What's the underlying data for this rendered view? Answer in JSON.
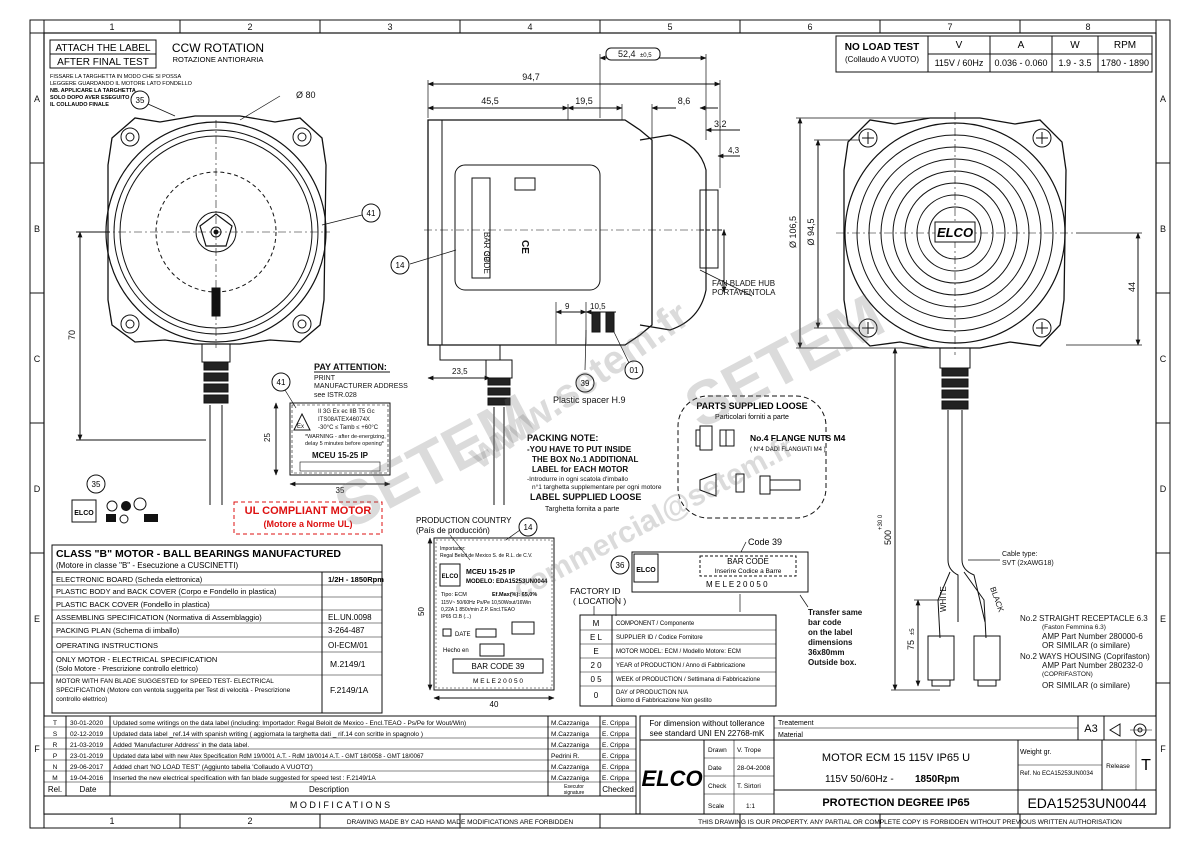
{
  "frame": {
    "cols": [
      "1",
      "2",
      "3",
      "4",
      "5",
      "6",
      "7",
      "8"
    ],
    "rows": [
      "A",
      "B",
      "C",
      "D",
      "E",
      "F"
    ]
  },
  "label_note": {
    "title1": "ATTACH THE LABEL",
    "title2": "AFTER FINAL TEST",
    "it1": "FISSARE LA TARGHETTA IN MODO CHE SI POSSA",
    "it2": "LEGGERE GUARDANDO IL MOTORE LATO FONDELLO",
    "it3": "NB. APPLICARE LA TARGHETTA",
    "it4": "SOLO DOPO AVER ESEGUITO",
    "it5": "IL COLLAUDO FINALE"
  },
  "rotation": {
    "title": "CCW ROTATION",
    "subtitle": "ROTAZIONE ANTIORARIA"
  },
  "no_load": {
    "title": "NO LOAD TEST",
    "subtitle": "(Collaudo A VUOTO)",
    "headers": [
      "V",
      "A",
      "W",
      "RPM"
    ],
    "values": [
      "115V / 60Hz",
      "0.036 - 0.060",
      "1.9 - 3.5",
      "1780 - 1890"
    ]
  },
  "dims": {
    "d52": "52,4",
    "d52_tol": "±0,5",
    "d947": "94,7",
    "d455": "45,5",
    "d195": "19,5",
    "d86": "8,6",
    "d32": "3,2",
    "d43": "4,3",
    "d80": "Ø 80",
    "d70": "70",
    "d1065": "Ø 106,5",
    "d945": "Ø 94,5",
    "d44": "44",
    "d9": "9",
    "d105": "10,5",
    "d235": "23,5",
    "d25": "25",
    "d35": "35",
    "d50": "50",
    "d40": "40",
    "d500": "500",
    "d500_tol": "+30 0",
    "d75": "75",
    "d75_tol": "±5"
  },
  "balloons": [
    "35",
    "41",
    "14",
    "01",
    "39",
    "41",
    "35",
    "14",
    "36"
  ],
  "motor_label": {
    "barcode": "BAR CODE",
    "barcode_num": "39"
  },
  "fan_hub": {
    "l1": "FAN BLADE HUB",
    "l2": "PORTAVENTOLA"
  },
  "spacer": "Plastic spacer H.9",
  "pay_attention": {
    "title": "PAY ATTENTION:",
    "l1": "PRINT",
    "l2": "MANUFACTURER ADDRESS",
    "l3": "see ISTR.028"
  },
  "atex": {
    "l1": "II 3G Ex ec IIB T5 Gc",
    "l2": "ITS08ATEX46074X",
    "l3": "-30°C ≤ Tamb ≤ +60°C",
    "l4": "*WARNING - after de-energizing,",
    "l5": "delay 5 minutes before opening*",
    "model": "MCEU 15-25 IP",
    "ex": "Ex"
  },
  "packing": {
    "title": "PACKING NOTE:",
    "l1": "-YOU HAVE TO PUT INSIDE",
    "l2": "THE BOX No.1 ADDITIONAL",
    "l3": "LABEL for EACH MOTOR",
    "l4": "-Introdurre in ogni scatola d'imballo",
    "l5": "n°1 targhetta supplementare per ogni motore",
    "loose": "LABEL SUPPLIED LOOSE",
    "loose_it": "Targhetta fornita a parte"
  },
  "parts": {
    "title": "PARTS SUPPLIED LOOSE",
    "subtitle": "Particolari forniti a parte",
    "nuts": "No.4 FLANGE NUTS M4",
    "nuts_it": "( N°4 DADI FLANGIATI M4 )"
  },
  "ul": {
    "title": "UL COMPLIANT MOTOR",
    "subtitle": "(Motore a Norme UL)"
  },
  "country": {
    "title": "PRODUCTION COUNTRY",
    "subtitle": "(País de producción)"
  },
  "nameplate": {
    "importer": "Importador:",
    "importer2": "Regal Beloit de Mexico S. de R.L. de C.V.",
    "model": "MCEU 15-25 IP",
    "modello": "MODELO: EDA15253UN0044",
    "tipo": "Tipo: ECM",
    "eff": "Ef.Max(%): 65,0%",
    "r1": "115V~   50/60Hz   Ps/Pe 10,50Wout/16Win",
    "r2": "0,22A   1 850r/min   Z.P.   Encl.TEAO",
    "r3": "IP65      Cl.B      (...)",
    "date": "DATE",
    "hecho": "Hecho en",
    "barcode": "BAR CODE  39",
    "serial": "M E L  E 2 0 0 5 0"
  },
  "factory_id": {
    "title": "FACTORY ID",
    "subtitle": "( LOCATION )"
  },
  "code39": {
    "title": "Code 39",
    "bar": "BAR  CODE",
    "bar_it": "Inserire Codice a Barre",
    "serial": "M   E   L     E 2 0 0 5 0"
  },
  "transfer": [
    "Transfer same",
    "bar code",
    "on the label",
    "dimensions",
    "36x80mm",
    "Outside box."
  ],
  "code_table": [
    {
      "code": "M",
      "desc": "COMPONENT / Componente"
    },
    {
      "code": "E L",
      "desc": "SUPPLIER ID / Codice Fornitore"
    },
    {
      "code": "E",
      "desc": "MOTOR MODEL: ECM / Modello Motore: ECM"
    },
    {
      "code": "2 0",
      "desc": "YEAR of PRODUCTION / Anno di Fabbricazione"
    },
    {
      "code": "0 5",
      "desc": "WEEK of PRODUCTION / Settimana di Fabbricazione"
    },
    {
      "code": "0",
      "desc": "DAY of PRODUCTION N/A",
      "desc2": "Giorno di Fabbricazione  Non gestito"
    }
  ],
  "cable": {
    "type": "Cable type:",
    "svt": "SVT (2xAWG18)",
    "white": "WHITE",
    "black": "BLACK"
  },
  "connectors": {
    "l1": "No.2  STRAIGHT RECEPTACLE 6.3",
    "l2": "(Faston Femmina 6.3)",
    "l3": "AMP Part Number     280000-6",
    "l4": "OR SIMILAR    (o similare)",
    "l5": "No.2  WAYS HOUSING  (Coprifaston)",
    "l6": "AMP Part Number     280232-0",
    "l7": "(COPRIFASTON)",
    "l8": "OR SIMILAR    (o similare)"
  },
  "spec_table": {
    "title": "CLASS \"B\" MOTOR  -  BALL BEARINGS MANUFACTURED",
    "subtitle": "(Motore in classe \"B\"  -  Esecuzione a CUSCINETTI)",
    "rows": [
      {
        "name": "ELECTRONIC BOARD  (Scheda elettronica)",
        "value": "1/2H - 1850Rpm"
      },
      {
        "name": "PLASTIC BODY and BACK COVER  (Corpo e Fondello in plastica)",
        "value": ""
      },
      {
        "name": "PLASTIC BACK COVER          (Fondello in plastica)",
        "value": ""
      },
      {
        "name": "ASSEMBLING SPECIFICATION  (Normativa di Assemblaggio)",
        "value": "EL.UN.0098"
      },
      {
        "name": "PACKING PLAN (Schema di imballo)",
        "value": "3-264-487"
      },
      {
        "name": "OPERATING INSTRUCTIONS",
        "value": "OI-ECM/01"
      },
      {
        "name": "ONLY MOTOR - ELECTRICAL SPECIFICATION",
        "name2": "(Solo Motore - Prescrizione controllo elettrico)",
        "value": "M.2149/1"
      },
      {
        "name": "MOTOR WITH FAN BLADE SUGGESTED for SPEED TEST-   ELECTRICAL",
        "name2": "SPECIFICATION  (Motore con ventola suggerita per Test di velocità - Prescrizione",
        "name3": "controllo elettrico)",
        "value": "F.2149/1A"
      }
    ]
  },
  "modifications": {
    "rows": [
      {
        "rel": "T",
        "date": "30-01-2020",
        "desc": "Updated some writings on the data label (including:  Importador: Regal Beloit de Mexico  -  Encl.TEAO  -  Ps/Pe  for Wout/Win)",
        "exec": "M.Cazzaniga",
        "checked": "E. Crippa"
      },
      {
        "rel": "S",
        "date": "02-12-2019",
        "desc": "Updated data label _ref.14 with spanish writing  ( aggiornata la targhetta dati _ rif.14  con scritte in spagnolo )",
        "exec": "M.Cazzaniga",
        "checked": "E. Crippa"
      },
      {
        "rel": "R",
        "date": "21-03-2019",
        "desc": "Added 'Manufacturer Address' in the data label.",
        "exec": "M.Cazzaniga",
        "checked": "E. Crippa"
      },
      {
        "rel": "P",
        "date": "23-01-2019",
        "desc": "Updated data label with new Atex Specification                              RdM 19/0001 A.T. - RdM 18/0014 A.T. - GMT 18/0058 - GMT 18/0067",
        "exec": "Pedrini R.",
        "checked": "E. Crippa"
      },
      {
        "rel": "N",
        "date": "29-06-2017",
        "desc": "Added chart  'NO LOAD TEST' (Aggiunto tabella 'Collaudo A VUOTO')",
        "exec": "M.Cazzaniga",
        "checked": "E. Crippa"
      },
      {
        "rel": "M",
        "date": "19-04-2016",
        "desc": "Inserted the new electrical specification with fan blade suggested for speed test : F.2149/1A",
        "exec": "M.Cazzaniga",
        "checked": "E. Crippa"
      }
    ],
    "h_rel": "Rel.",
    "h_date": "Date",
    "h_desc": "Description",
    "h_exec": "Esecutor",
    "h_exec2": "signature",
    "h_checked": "Checked",
    "footer": "M O D I F I C A T I O N S"
  },
  "title_block": {
    "tol1": "For dimension without tollerance",
    "tol2": "see standard UNI EN 22768-mK",
    "treatment": "Treatement",
    "material": "Material",
    "format": "A3",
    "drawn_l": "Drawn",
    "drawn_v": "V. Trope",
    "date_l": "Date",
    "date_v": "28-04-2008",
    "check_l": "Check",
    "check_v": "T. Sirtori",
    "scale_l": "Scale",
    "scale_v": "1:1",
    "t1": "MOTOR  ECM  15  115V  IP65  U",
    "t2a": "115V   50/60Hz   - ",
    "t2b": "1850Rpm",
    "t3": "PROTECTION DEGREE IP65",
    "weight": "Weight gr.",
    "ref": "Ref. No ECA15253UN0034",
    "release_l": "Release",
    "release_v": "T",
    "code": "EDA15253UN0044",
    "logo": "ELCO"
  },
  "bottom": {
    "left": "DRAWING MADE BY CAD HAND MADE MODIFICATIONS ARE FORBIDDEN",
    "right": "THIS DRAWING IS OUR PROPERTY. ANY PARTIAL OR COMPLETE COPY IS FORBIDDEN WITHOUT PREVIOUS WRITTEN AUTHORISATION"
  },
  "watermark": {
    "w1": "www.setem.fr",
    "w2": "SETEM",
    "w3": "SETEM",
    "w4": "commercial@setem.fr"
  }
}
